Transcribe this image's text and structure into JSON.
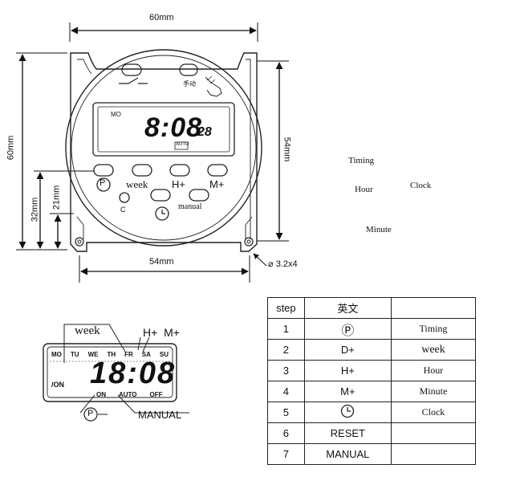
{
  "device": {
    "width_dim": "60mm",
    "height_dim": "60mm",
    "right_dim": "54mm",
    "bottom_dim": "54mm",
    "dim_32": "32mm",
    "dim_21": "21mm",
    "hole_dim": "3.2x4",
    "manual_switch_label": "手动",
    "lcd_day": "MO",
    "lcd_time": "8:08",
    "lcd_seconds": "28",
    "lcd_auto": "AUTO",
    "btn_labels": {
      "p": "P",
      "week": "week",
      "h": "H+",
      "m": "M+",
      "c": "C",
      "manual": "manual"
    }
  },
  "float_labels": {
    "timing": "Timing",
    "hour": "Hour",
    "clock": "Clock",
    "minute": "Minute"
  },
  "display": {
    "week_label": "week",
    "hm_label": "H+  M+",
    "days": [
      "MO",
      "TU",
      "WE",
      "TH",
      "FR",
      "SA",
      "SU"
    ],
    "time": "18:08",
    "on_indicator": "ON",
    "modes": [
      "ON",
      "AUTO",
      "OFF"
    ],
    "p_label": "P",
    "manual_label": "MANUAL"
  },
  "table": {
    "headers": [
      "step",
      "英文",
      ""
    ],
    "rows": [
      {
        "step": "1",
        "key": "Ⓟ",
        "desc": "Timing"
      },
      {
        "step": "2",
        "key": "D+",
        "desc": "week"
      },
      {
        "step": "3",
        "key": "H+",
        "desc": "Hour"
      },
      {
        "step": "4",
        "key": "M+",
        "desc": "Minute"
      },
      {
        "step": "5",
        "key": "clock-icon",
        "desc": "Clock"
      },
      {
        "step": "6",
        "key": "RESET",
        "desc": ""
      },
      {
        "step": "7",
        "key": "MANUAL",
        "desc": ""
      }
    ]
  }
}
